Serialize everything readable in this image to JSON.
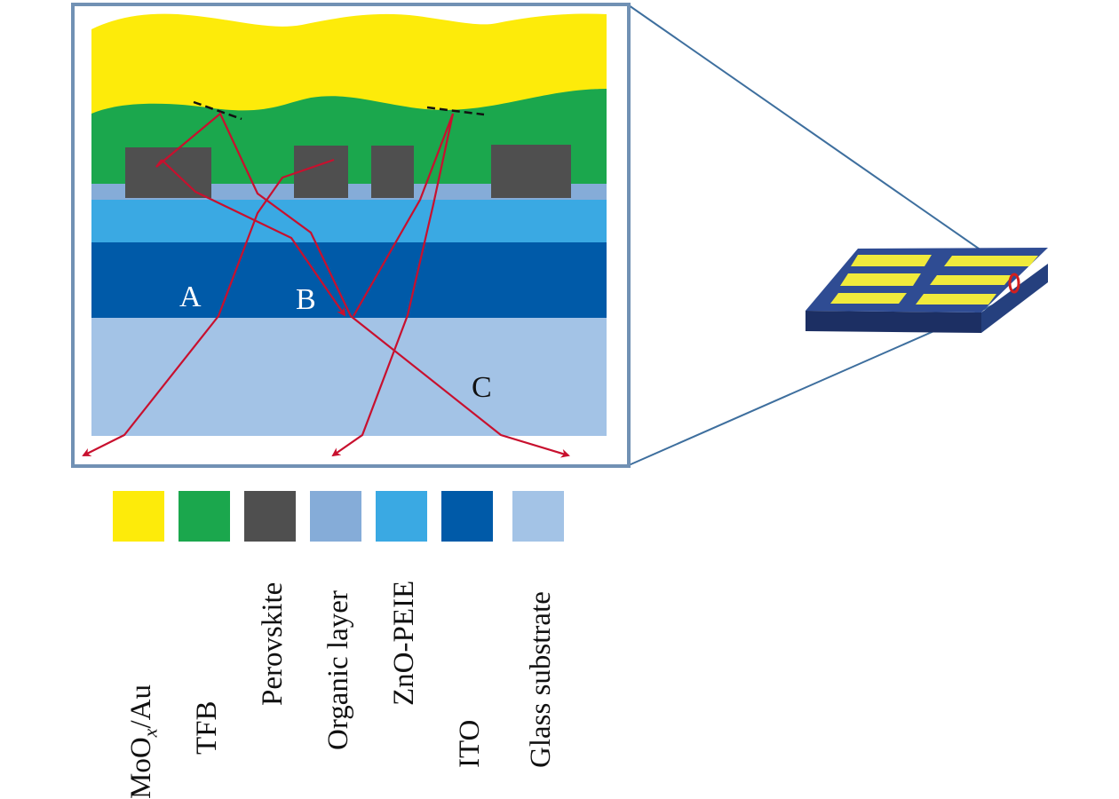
{
  "figure": {
    "title": "Light outcoupling paths in perovskite LED cross-section",
    "path_labels": [
      {
        "id": "A",
        "text": "A",
        "color": "#ffffff"
      },
      {
        "id": "B",
        "text": "B",
        "color": "#ffffff"
      },
      {
        "id": "C",
        "text": "C",
        "color": "#111111"
      }
    ],
    "colors": {
      "frame": "#7191b4",
      "ray": "#c8102e",
      "interface_dash": "#111111",
      "zoom_line": "#3e6f9e",
      "device_top": "#2f4c93",
      "device_side": "#1c2f63",
      "device_electrode": "#f0ea3c",
      "highlight_ring": "#d21f1f"
    }
  },
  "legend": [
    {
      "label": "MoO",
      "sub": "x",
      "suffix": "/Au",
      "color": "#fdeb0a"
    },
    {
      "label": "TFB",
      "sub": "",
      "suffix": "",
      "color": "#1ba74d"
    },
    {
      "label": "Perovskite",
      "sub": "",
      "suffix": "",
      "color": "#4f4f4f"
    },
    {
      "label": "Organic layer",
      "sub": "",
      "suffix": "",
      "color": "#85acd8"
    },
    {
      "label": "ZnO-PEIE",
      "sub": "",
      "suffix": "",
      "color": "#3aa9e3"
    },
    {
      "label": "ITO",
      "sub": "",
      "suffix": "",
      "color": "#005aa8"
    },
    {
      "label": "Glass substrate",
      "sub": "",
      "suffix": "",
      "color": "#a3c3e6"
    }
  ]
}
